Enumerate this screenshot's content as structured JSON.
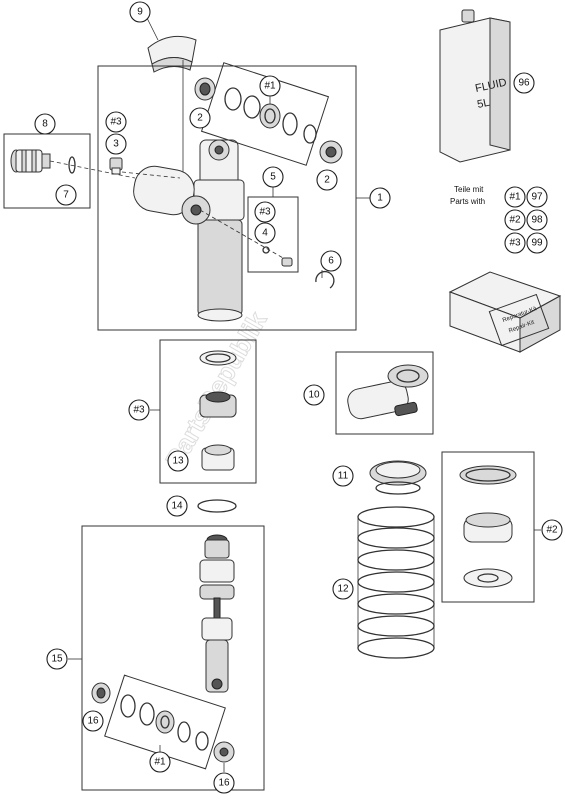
{
  "watermark": "PartsRepublik",
  "fluid_can": {
    "line1": "FLUID",
    "line2": "5L"
  },
  "repair_kit": {
    "line1": "Reparatur-Kit",
    "line2": "Repair-Kit"
  },
  "kit_note": {
    "line1": "Teile mit",
    "line2": "Parts with"
  },
  "kit_map": [
    {
      "ref": "#1",
      "kit": "97"
    },
    {
      "ref": "#2",
      "kit": "98"
    },
    {
      "ref": "#3",
      "kit": "99"
    }
  ],
  "callouts": {
    "c1": "1",
    "c2a": "2",
    "c2b": "2",
    "c3": "3",
    "c4": "4",
    "c5": "5",
    "c6": "6",
    "c7": "7",
    "c8": "8",
    "c9": "9",
    "c10": "10",
    "c11": "11",
    "c12": "12",
    "c13": "13",
    "c14": "14",
    "c15": "15",
    "c16a": "16",
    "c16b": "16",
    "c96": "96",
    "h1a": "#1",
    "h1b": "#1",
    "h2": "#2",
    "h3a": "#3",
    "h3b": "#3",
    "h3c": "#3"
  }
}
